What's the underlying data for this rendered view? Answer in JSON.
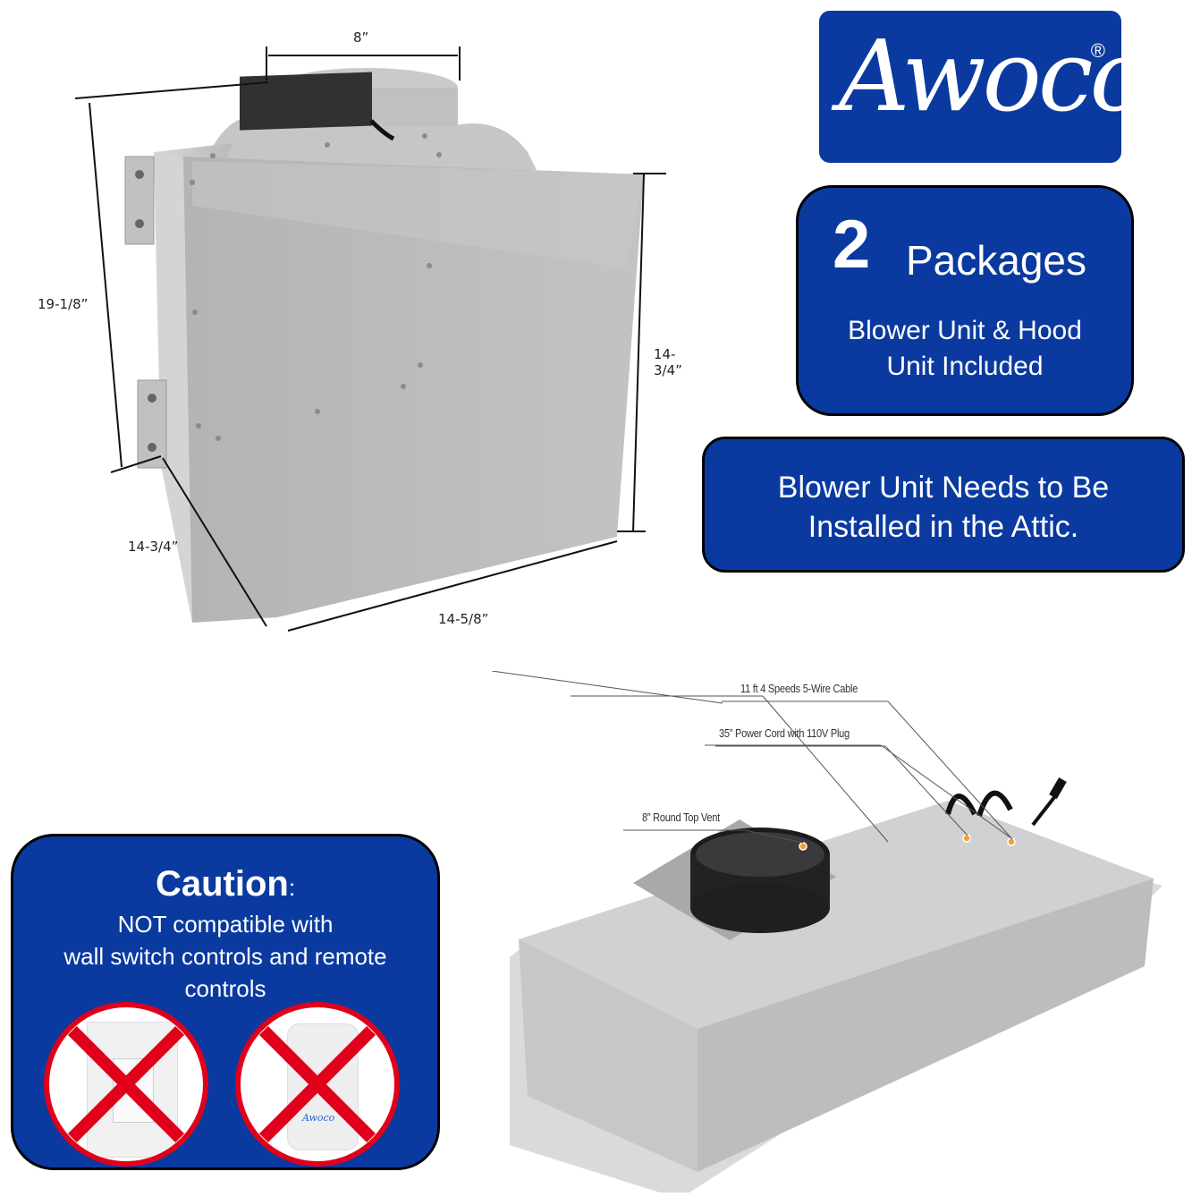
{
  "brand": {
    "name": "Awoco",
    "registered_mark": "®",
    "color": "#0a3a9f"
  },
  "blower_unit": {
    "dimensions": {
      "outlet_width": "8”",
      "total_height": "19-1/8”",
      "body_height": "14-3/4”",
      "depth": "14-3/4”",
      "width": "14-5/8”"
    }
  },
  "packages_box": {
    "count": "2",
    "title": "Packages",
    "line1": "Blower Unit & Hood",
    "line2": "Unit Included"
  },
  "attic_box": {
    "line1": "Blower Unit Needs to Be",
    "line2": "Installed in the Attic."
  },
  "hood_unit": {
    "callouts": [
      "11 ft 4 Speeds 5-Wire Cable",
      "35” Power Cord with 110V Plug",
      "8” Round Top Vent"
    ],
    "callout_marker_color": "#f0a030"
  },
  "caution_box": {
    "title": "Caution",
    "colon": ":",
    "line1": "NOT compatible with",
    "line2": "wall switch controls and remote",
    "line3": "controls",
    "prohibited_items": [
      "wall-switch",
      "remote-control"
    ],
    "prohibit_color": "#e0001a",
    "remote_brand": "Awoco"
  }
}
